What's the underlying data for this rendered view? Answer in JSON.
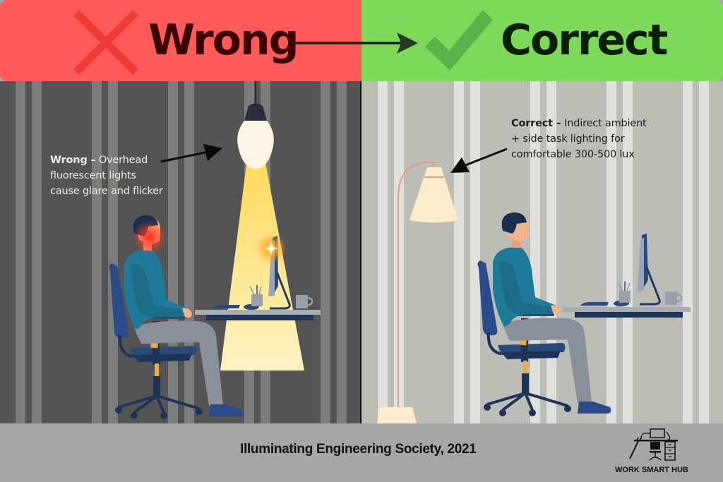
{
  "header": {
    "wrong": {
      "title": "Wrong",
      "icon": "x-mark-icon",
      "background": "#ff5a5a",
      "icon_color": "#f03a36",
      "text_color": "#3a0000"
    },
    "correct": {
      "title": "Correct",
      "icon": "check-mark-icon",
      "background": "#7ed95a",
      "icon_color": "#5ab24a",
      "text_color": "#0a2000"
    },
    "transition_arrow": "arrow-right-icon"
  },
  "panels": {
    "wrong": {
      "caption_bold": "Wrong –",
      "caption_text": " Overhead fluorescent lights cause glare and flicker",
      "background": "#545454",
      "stripe_color": "#7c7c7c",
      "light_source": "overhead-bulb",
      "effects": [
        "eye-strain-glow",
        "screen-glare-sparkle",
        "light-cone"
      ]
    },
    "correct": {
      "caption_bold": "Correct –",
      "caption_text": " Indirect ambient + side task lighting for comfortable 300-500 lux",
      "background": "#bdbdb7",
      "stripe_color": "#e0e0de",
      "light_source": "floor-lamp"
    }
  },
  "footer": {
    "citation": "Illuminating Engineering Society, 2021",
    "brand_name": "WORK SMART HUB",
    "brand_icon": "desk-workstation-icon"
  }
}
